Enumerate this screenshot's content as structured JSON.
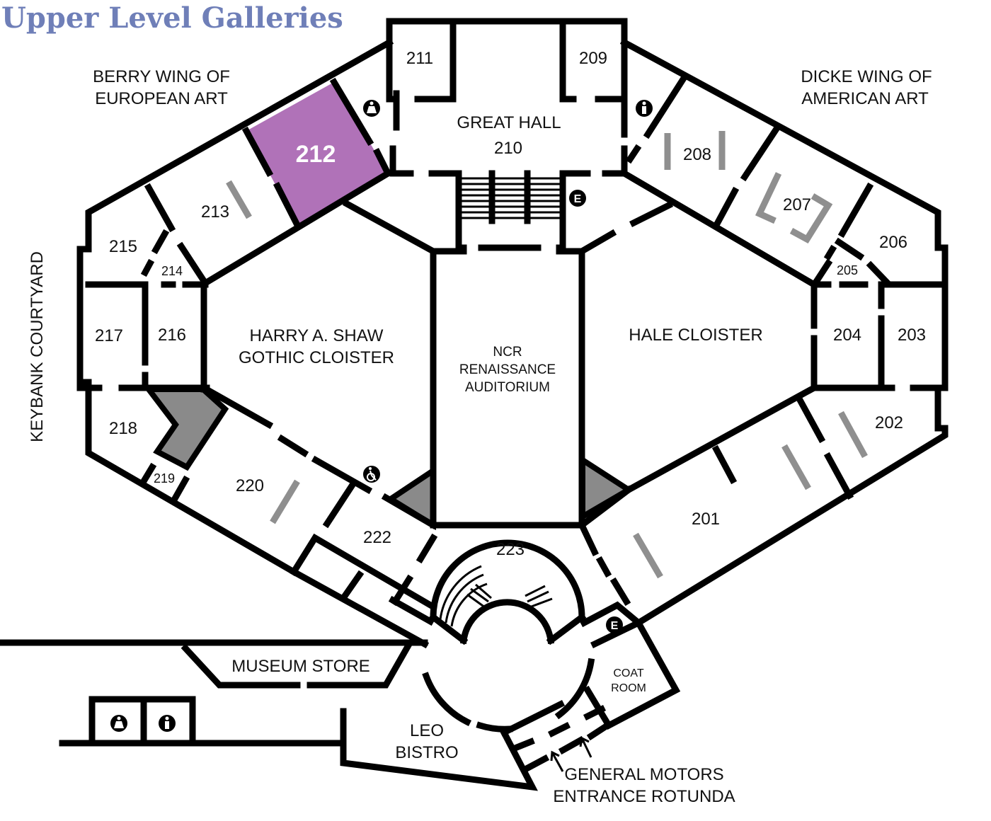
{
  "title": "Upper Level Galleries",
  "colors": {
    "title": "#6f7fb8",
    "highlight_room": "#b072b8",
    "wall": "#000000",
    "display_case": "#8f8f8f",
    "shaded_area": "#8a8a8a"
  },
  "highlighted_room": "212",
  "wings": {
    "berry_line1": "BERRY WING OF",
    "berry_line2": "EUROPEAN ART",
    "dicke_line1": "DICKE WING OF",
    "dicke_line2": "AMERICAN ART",
    "courtyard": "KEYBANK COURTYARD"
  },
  "rooms": {
    "r201": "201",
    "r202": "202",
    "r203": "203",
    "r204": "204",
    "r205": "205",
    "r206": "206",
    "r207": "207",
    "r208": "208",
    "r209": "209",
    "r210": "210",
    "r211": "211",
    "r212": "212",
    "r213": "213",
    "r214": "214",
    "r215": "215",
    "r216": "216",
    "r217": "217",
    "r218": "218",
    "r219": "219",
    "r220": "220",
    "r222": "222",
    "r223": "223"
  },
  "spaces": {
    "great_hall": "GREAT HALL",
    "shaw_line1": "HARRY A. SHAW",
    "shaw_line2": "GOTHIC CLOISTER",
    "ncr_line1": "NCR",
    "ncr_line2": "RENAISSANCE",
    "ncr_line3": "AUDITORIUM",
    "hale": "HALE CLOISTER",
    "museum_store": "MUSEUM STORE",
    "leo_line1": "LEO",
    "leo_line2": "BISTRO",
    "coat_line1": "COAT",
    "coat_line2": "ROOM",
    "entrance_line1": "GENERAL MOTORS",
    "entrance_line2": "ENTRANCE ROTUNDA"
  },
  "icons": {
    "elevator_label": "E",
    "restroom_women": "restroom-women-icon",
    "restroom_men": "restroom-men-icon",
    "accessible": "wheelchair-icon",
    "elevator": "elevator-icon",
    "entrance_arrow": "arrow-icon"
  }
}
